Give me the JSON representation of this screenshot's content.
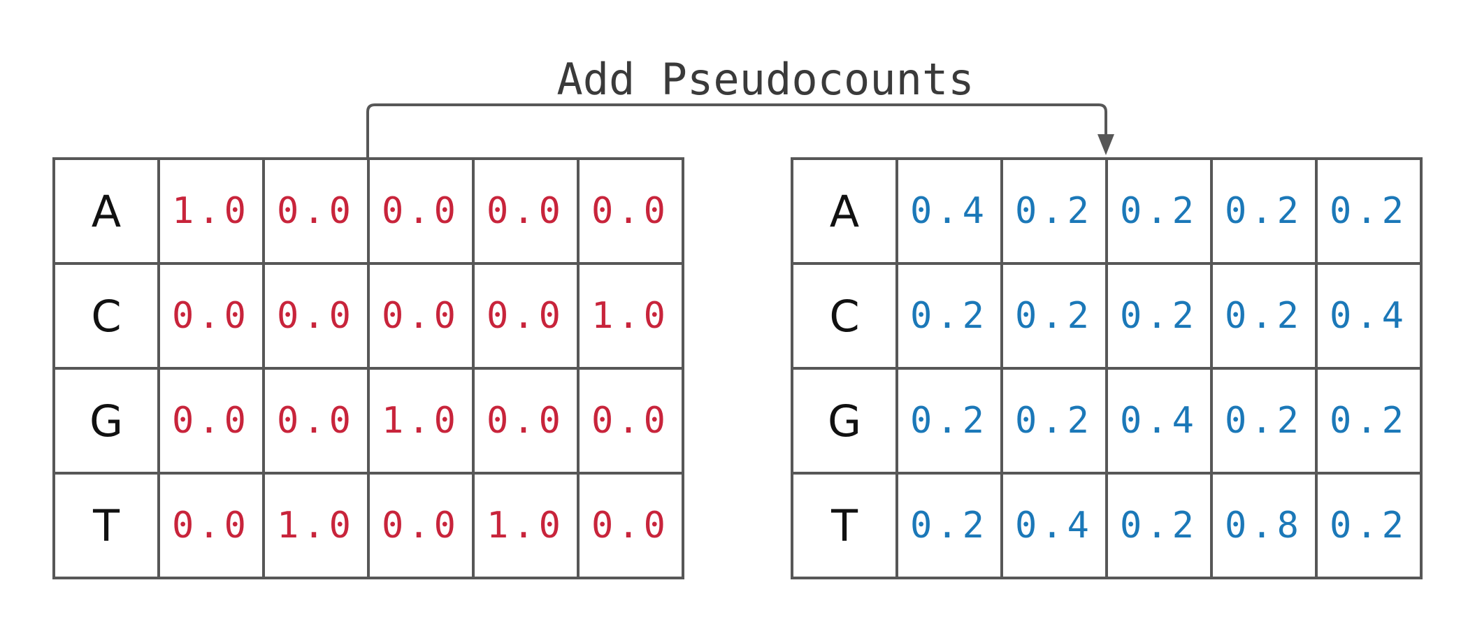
{
  "title": "Add Pseudocounts",
  "colors": {
    "counts_text": "#c8243b",
    "probabilities_text": "#1b78b8",
    "grid_line": "#575757",
    "arrow": "#575757",
    "title_text": "#3a3a3a"
  },
  "count_matrix": {
    "rows": [
      {
        "base": "A",
        "values": [
          "1.0",
          "0.0",
          "0.0",
          "0.0",
          "0.0"
        ]
      },
      {
        "base": "C",
        "values": [
          "0.0",
          "0.0",
          "0.0",
          "0.0",
          "1.0"
        ]
      },
      {
        "base": "G",
        "values": [
          "0.0",
          "0.0",
          "1.0",
          "0.0",
          "0.0"
        ]
      },
      {
        "base": "T",
        "values": [
          "0.0",
          "1.0",
          "0.0",
          "1.0",
          "0.0"
        ]
      }
    ]
  },
  "pseudocount_matrix": {
    "rows": [
      {
        "base": "A",
        "values": [
          "0.4",
          "0.2",
          "0.2",
          "0.2",
          "0.2"
        ]
      },
      {
        "base": "C",
        "values": [
          "0.2",
          "0.2",
          "0.2",
          "0.2",
          "0.4"
        ]
      },
      {
        "base": "G",
        "values": [
          "0.2",
          "0.2",
          "0.4",
          "0.2",
          "0.2"
        ]
      },
      {
        "base": "T",
        "values": [
          "0.2",
          "0.4",
          "0.2",
          "0.8",
          "0.2"
        ]
      }
    ]
  }
}
